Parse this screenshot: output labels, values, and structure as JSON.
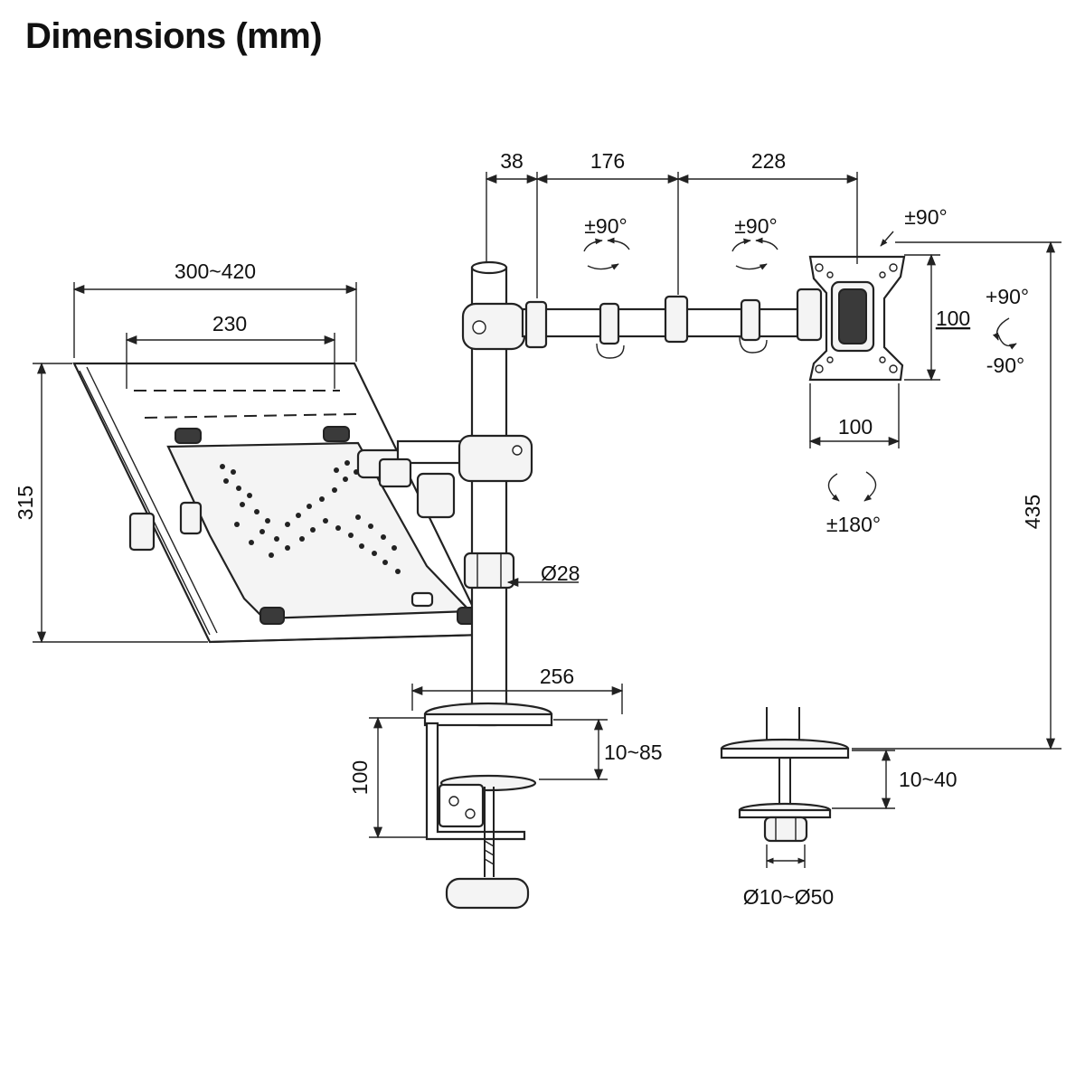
{
  "title": "Dimensions (mm)",
  "dimensions": {
    "arm_offset": "38",
    "arm_segment_1": "176",
    "arm_segment_2": "228",
    "tray_width": "300~420",
    "tray_inner": "230",
    "tray_depth": "315",
    "vesa_height": "100",
    "vesa_width": "100",
    "pole_diameter": "Ø28",
    "base_width": "256",
    "clamp_height": "100",
    "clamp_range": "10~85",
    "grommet_range": "10~40",
    "grommet_hole": "Ø10~Ø50",
    "max_height": "435"
  },
  "rotations": {
    "arm_joint_1": "±90°",
    "arm_joint_2": "±90°",
    "head_tilt": "±90°",
    "rotate_plus": "+90°",
    "rotate_minus": "-90°",
    "swivel": "±180°"
  }
}
